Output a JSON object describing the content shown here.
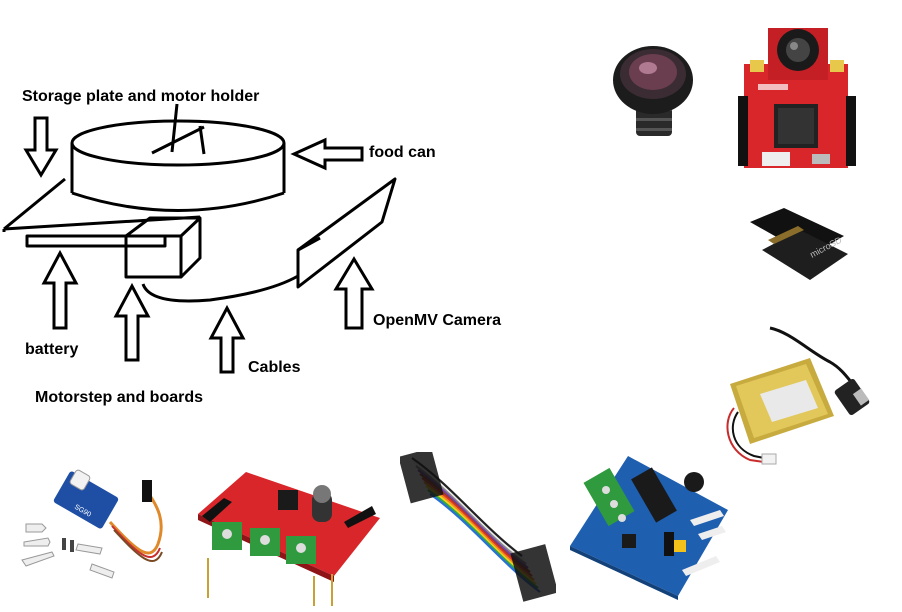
{
  "labels": {
    "storage_plate": "Storage plate and motor holder",
    "food_can": "food can",
    "battery": "battery",
    "motorstep": "Motorstep and boards",
    "cables": "Cables",
    "openmv_camera": "OpenMV Camera"
  },
  "components": [
    {
      "id": "fisheye-lens",
      "icon": "fisheye-lens-icon"
    },
    {
      "id": "openmv-cam-board",
      "icon": "openmv-board-icon"
    },
    {
      "id": "microsd-card",
      "icon": "microsd-card-icon"
    },
    {
      "id": "lipo-battery-usb",
      "icon": "lipo-battery-icon"
    },
    {
      "id": "servo-motor",
      "icon": "servo-motor-icon"
    },
    {
      "id": "motor-driver-red",
      "icon": "red-driver-board-icon"
    },
    {
      "id": "jumper-cables",
      "icon": "ribbon-cable-icon"
    },
    {
      "id": "motor-driver-blue",
      "icon": "blue-driver-board-icon"
    }
  ],
  "colors": {
    "line": "#000000",
    "board_red": "#d8262b",
    "board_blue": "#1f5fb0",
    "terminal_green": "#2f9a3e"
  }
}
